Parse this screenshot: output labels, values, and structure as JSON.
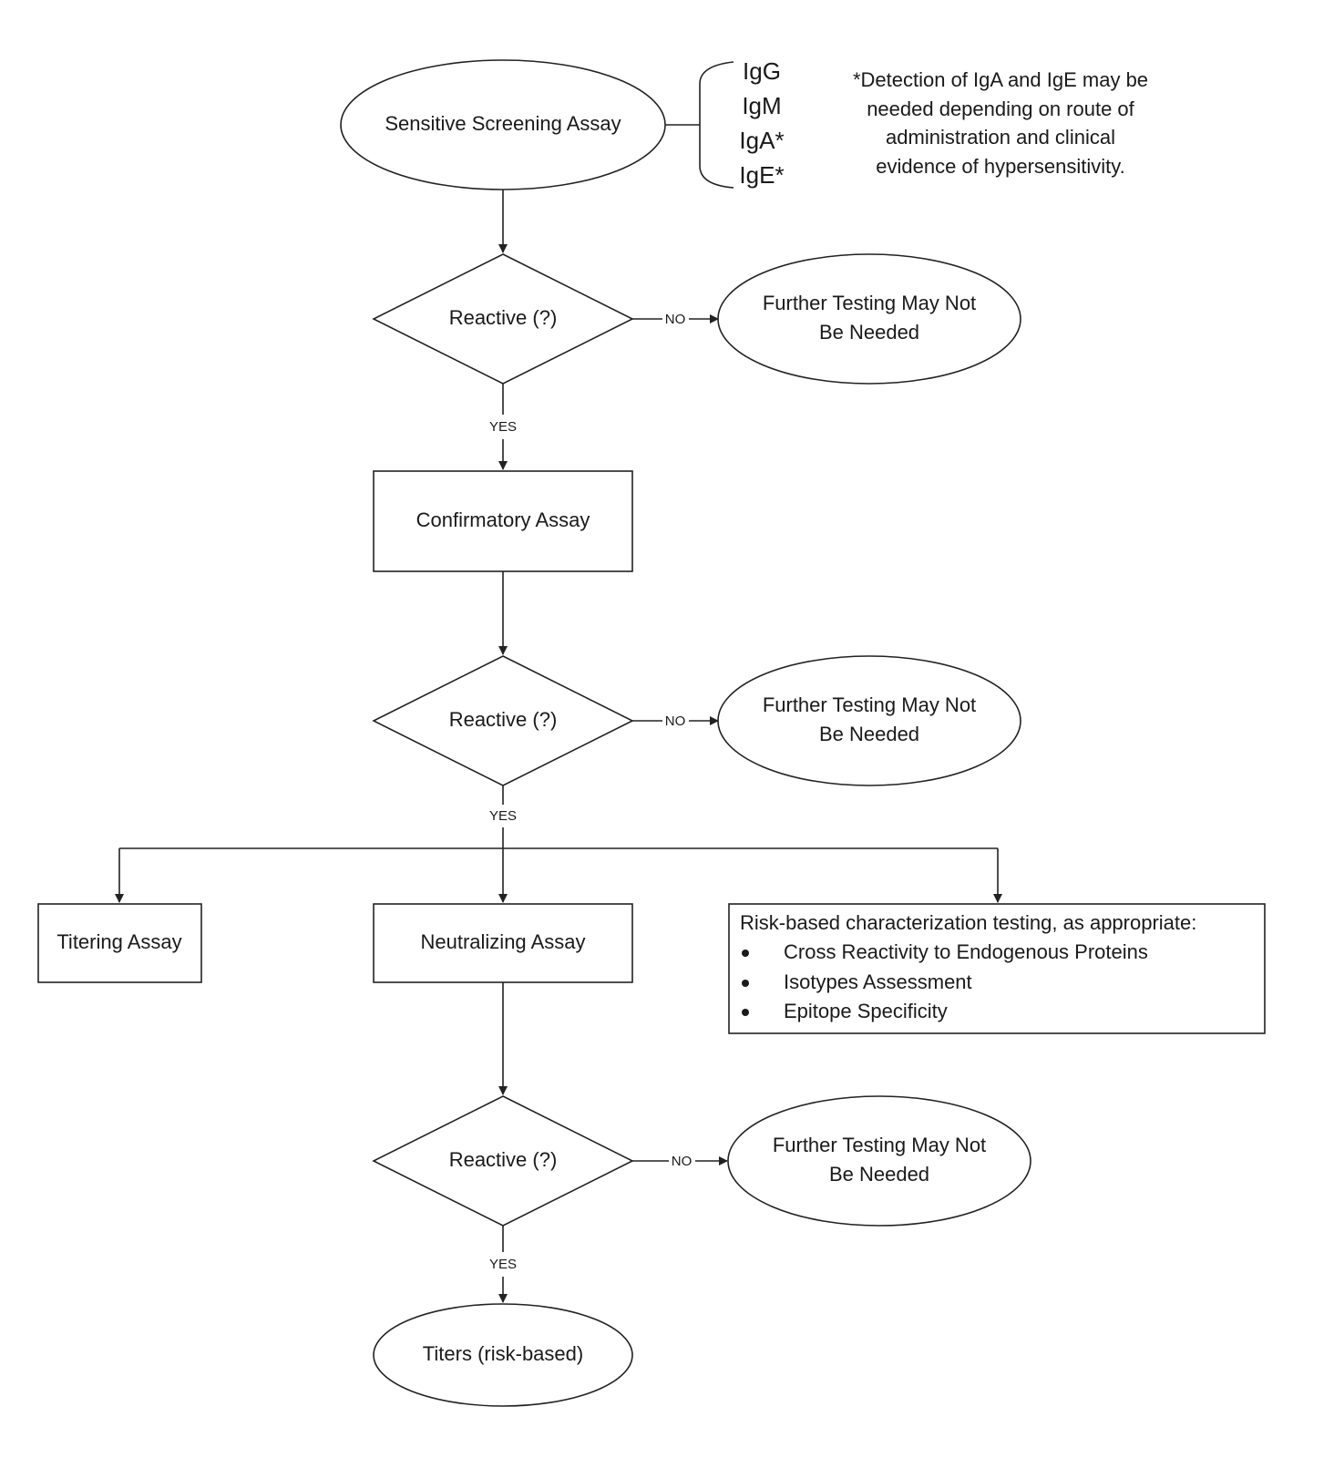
{
  "screening": {
    "label": "Sensitive Screening Assay"
  },
  "isotypes": [
    "IgG",
    "IgM",
    "IgA*",
    "IgE*"
  ],
  "footnote": [
    "*Detection of IgA and IgE may be",
    "needed depending on route of",
    "administration and clinical",
    "evidence of hypersensitivity."
  ],
  "decision_label": "Reactive (?)",
  "yes_label": "YES",
  "no_label": "NO",
  "no_outcome": [
    "Further Testing May Not",
    "Be Needed"
  ],
  "confirmatory": {
    "label": "Confirmatory Assay"
  },
  "titering": {
    "label": "Titering Assay"
  },
  "neutralizing": {
    "label": "Neutralizing Assay"
  },
  "risk_box": {
    "heading": "Risk-based characterization testing, as appropriate:",
    "bullets": [
      "Cross Reactivity to Endogenous Proteins",
      "Isotypes Assessment",
      "Epitope Specificity"
    ]
  },
  "titers": {
    "label": "Titers (risk-based)"
  }
}
